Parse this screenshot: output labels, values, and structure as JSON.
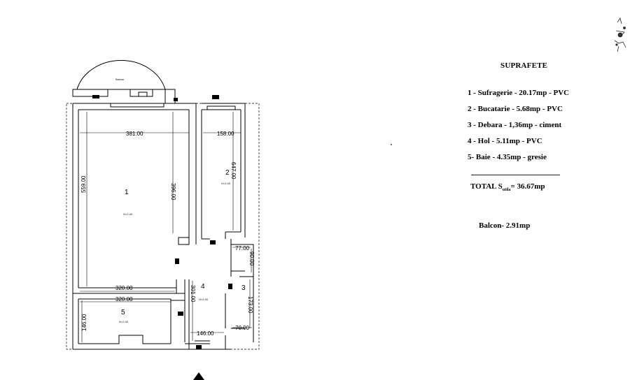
{
  "plan": {
    "balcony_label": "Balcon",
    "rooms": [
      {
        "number": "1",
        "height": "H=2.40"
      },
      {
        "number": "2",
        "height": "H=2.40"
      },
      {
        "number": "3",
        "height": ""
      },
      {
        "number": "4",
        "height": "H=2.40"
      },
      {
        "number": "5",
        "height": "H=2.40"
      }
    ],
    "dimensions": [
      "381.00",
      "158.00",
      "396.00",
      "647.00",
      "559.00",
      "320.00",
      "320.00",
      "301.00",
      "146.00",
      "146.00",
      "173.00",
      "77.00",
      "90.00",
      "70.00"
    ]
  },
  "legend": {
    "title": "SUPRAFETE",
    "items": [
      "1 - Sufragerie - 20.17mp - PVC",
      "2 - Bucatarie - 5.68mp - PVC",
      "3 - Debara - 1,36mp - ciment",
      "4 - Hol - 5.11mp - PVC",
      "5- Baie - 4.35mp - gresie"
    ],
    "total_prefix": "TOTAL S",
    "total_sub": "utila",
    "total_value": "= 36.67mp",
    "balcony_area": "Balcon- 2.91mp"
  },
  "icons": {
    "north": "north-arrow-icon",
    "stamp": "stamp-icon"
  }
}
